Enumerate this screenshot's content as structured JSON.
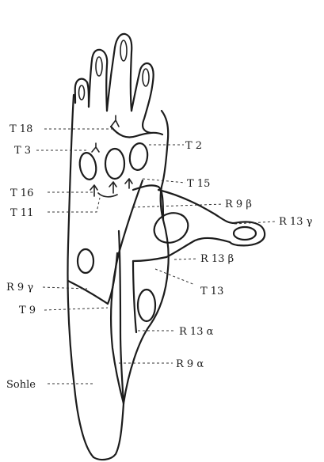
{
  "labels": {
    "t18": "T 18",
    "t3": "T 3",
    "t2": "T 2",
    "t16": "T 16",
    "t11": "T 11",
    "t15": "T 15",
    "r9b": "R 9 β",
    "r13g": "R 13 γ",
    "r13b": "R 13 β",
    "t13": "T 13",
    "r9g": "R 9 γ",
    "t9": "T 9",
    "r13a": "R 13 α",
    "r9a": "R 9 α",
    "sohle": "Sohle"
  }
}
